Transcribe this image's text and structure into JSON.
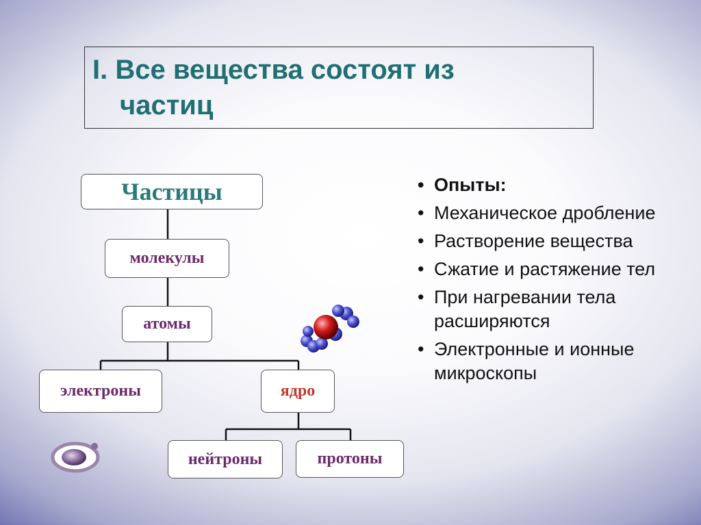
{
  "title": {
    "line1": "I. Все вещества состоят из",
    "line2": "частиц"
  },
  "diagram": {
    "root": "Частицы",
    "molecules": "молекулы",
    "atoms": "атомы",
    "electrons": "электроны",
    "nucleus": "ядро",
    "neutrons": "нейтроны",
    "protons": "протоны"
  },
  "experiments": {
    "heading": "Опыты:",
    "items": [
      "Механическое дробление",
      "Растворение вещества",
      "Сжатие и растяжение тел",
      "При нагревании тела расширяются",
      "Электронные и ионные микроскопы"
    ]
  },
  "icons": {
    "molecule": "molecule-model-icon",
    "atom": "atom-orbit-icon"
  },
  "colors": {
    "title": "#1f6f73",
    "root_node_text": "#2a7a7c",
    "node_text": "#6b2a6b",
    "nucleus_text": "#c0392b"
  }
}
